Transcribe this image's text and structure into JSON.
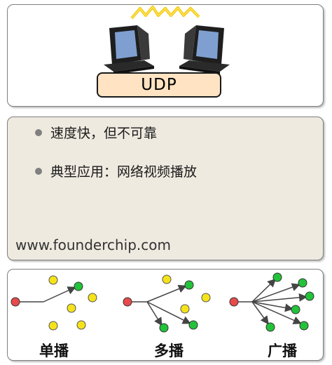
{
  "udp": {
    "label": "UDP"
  },
  "bullets": [
    {
      "text": "速度快，但不可靠"
    },
    {
      "text": "典型应用：网络视频播放"
    }
  ],
  "website": "www.founderchip.com",
  "diagrams": [
    {
      "label": "单播"
    },
    {
      "label": "多播"
    },
    {
      "label": "广播"
    }
  ],
  "colors": {
    "sender": "#e84a4a",
    "receiver": "#22c33a",
    "non_receiver": "#f5e31a",
    "udp_bar": "#ffe3c2",
    "mid_panel": "#efeae0"
  }
}
